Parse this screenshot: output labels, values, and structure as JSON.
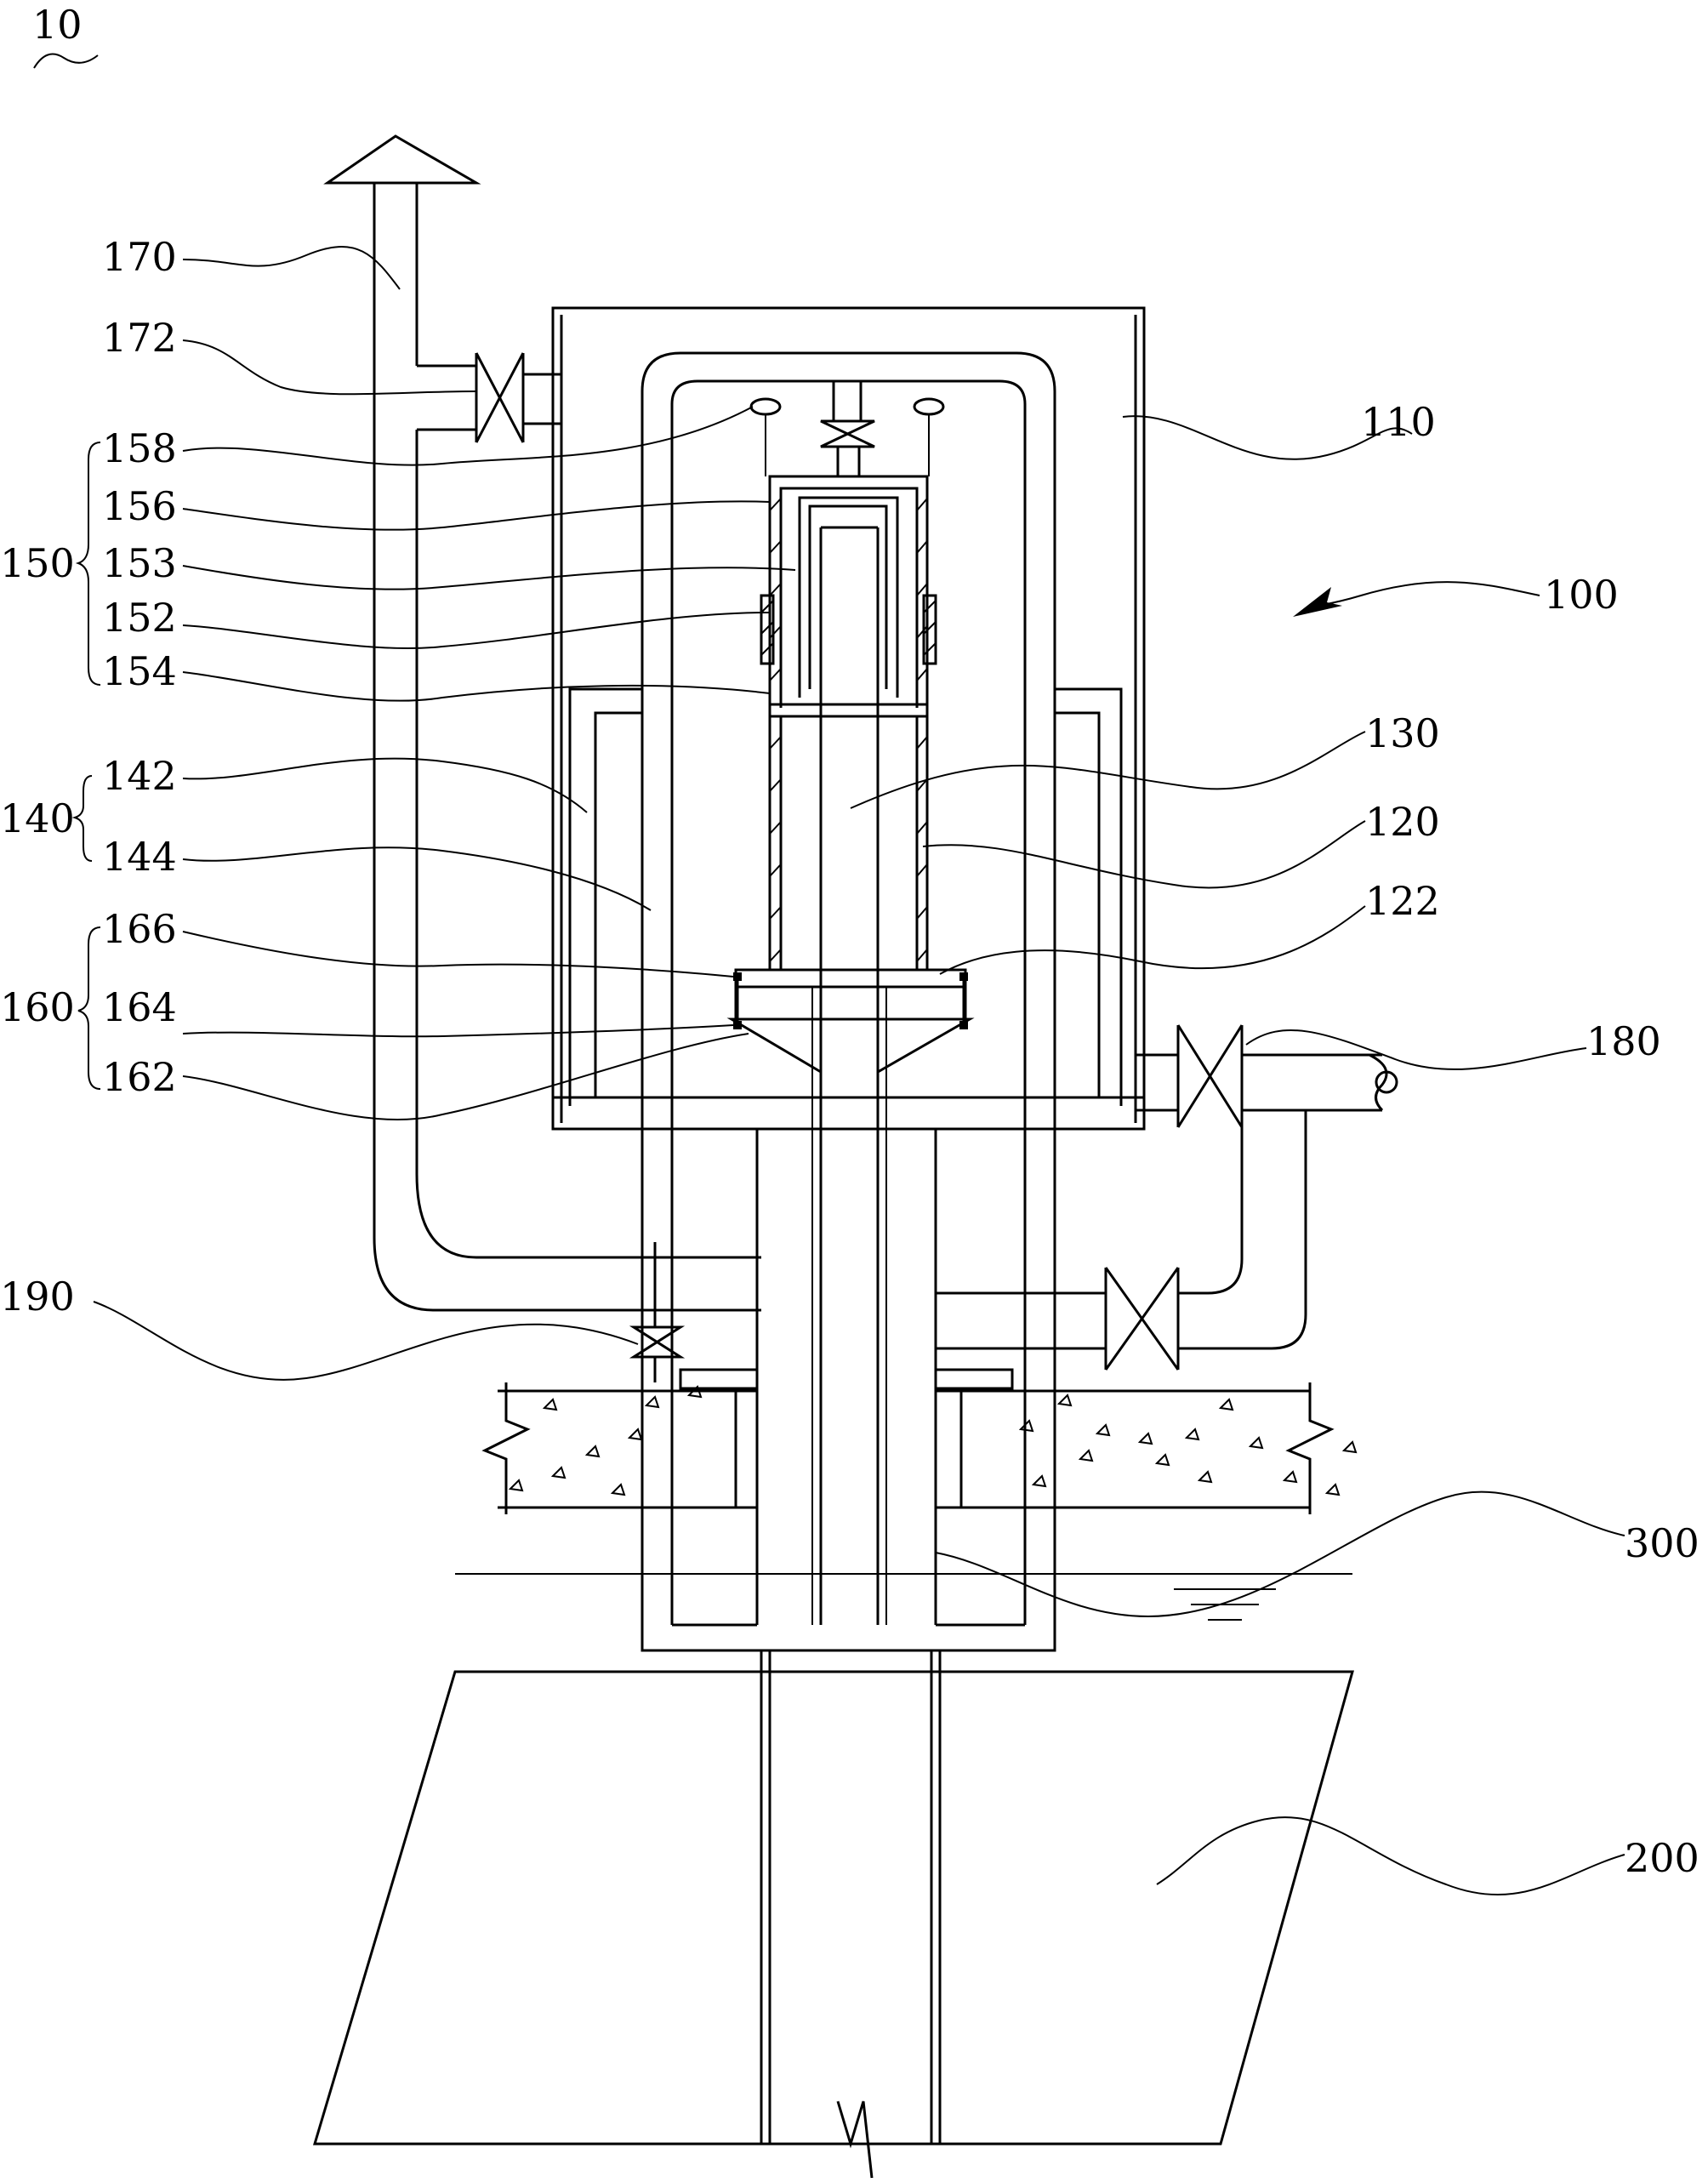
{
  "figure_number": "10",
  "labels": {
    "l170": "170",
    "l172": "172",
    "l158": "158",
    "l156": "156",
    "l150": "150",
    "l153": "153",
    "l152": "152",
    "l154": "154",
    "l110": "110",
    "l100": "100",
    "l130": "130",
    "l142": "142",
    "l140": "140",
    "l144": "144",
    "l120": "120",
    "l166": "166",
    "l122": "122",
    "l160": "160",
    "l164": "164",
    "l162": "162",
    "l180": "180",
    "l190": "190",
    "l300": "300",
    "l200": "200"
  }
}
